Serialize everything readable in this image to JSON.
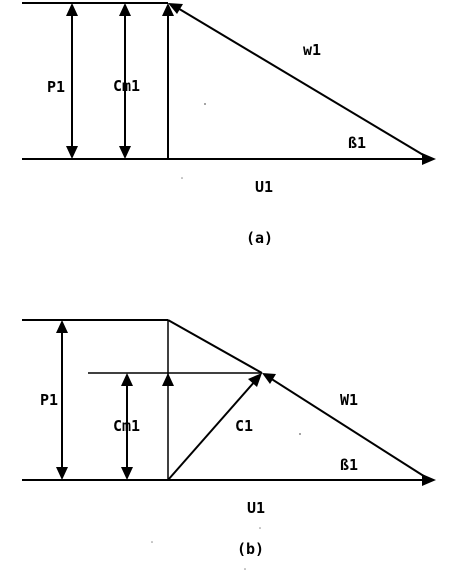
{
  "diagram_a": {
    "labels": {
      "p1": "P1",
      "cm1": "Cm1",
      "w1": "w1",
      "beta1": "ß1",
      "u1": "U1"
    },
    "caption": "(a)"
  },
  "diagram_b": {
    "labels": {
      "p1": "P1",
      "cm1": "Cm1",
      "c1": "C1",
      "w1": "W1",
      "beta1": "ß1",
      "u1": "U1"
    },
    "caption": "(b)"
  }
}
